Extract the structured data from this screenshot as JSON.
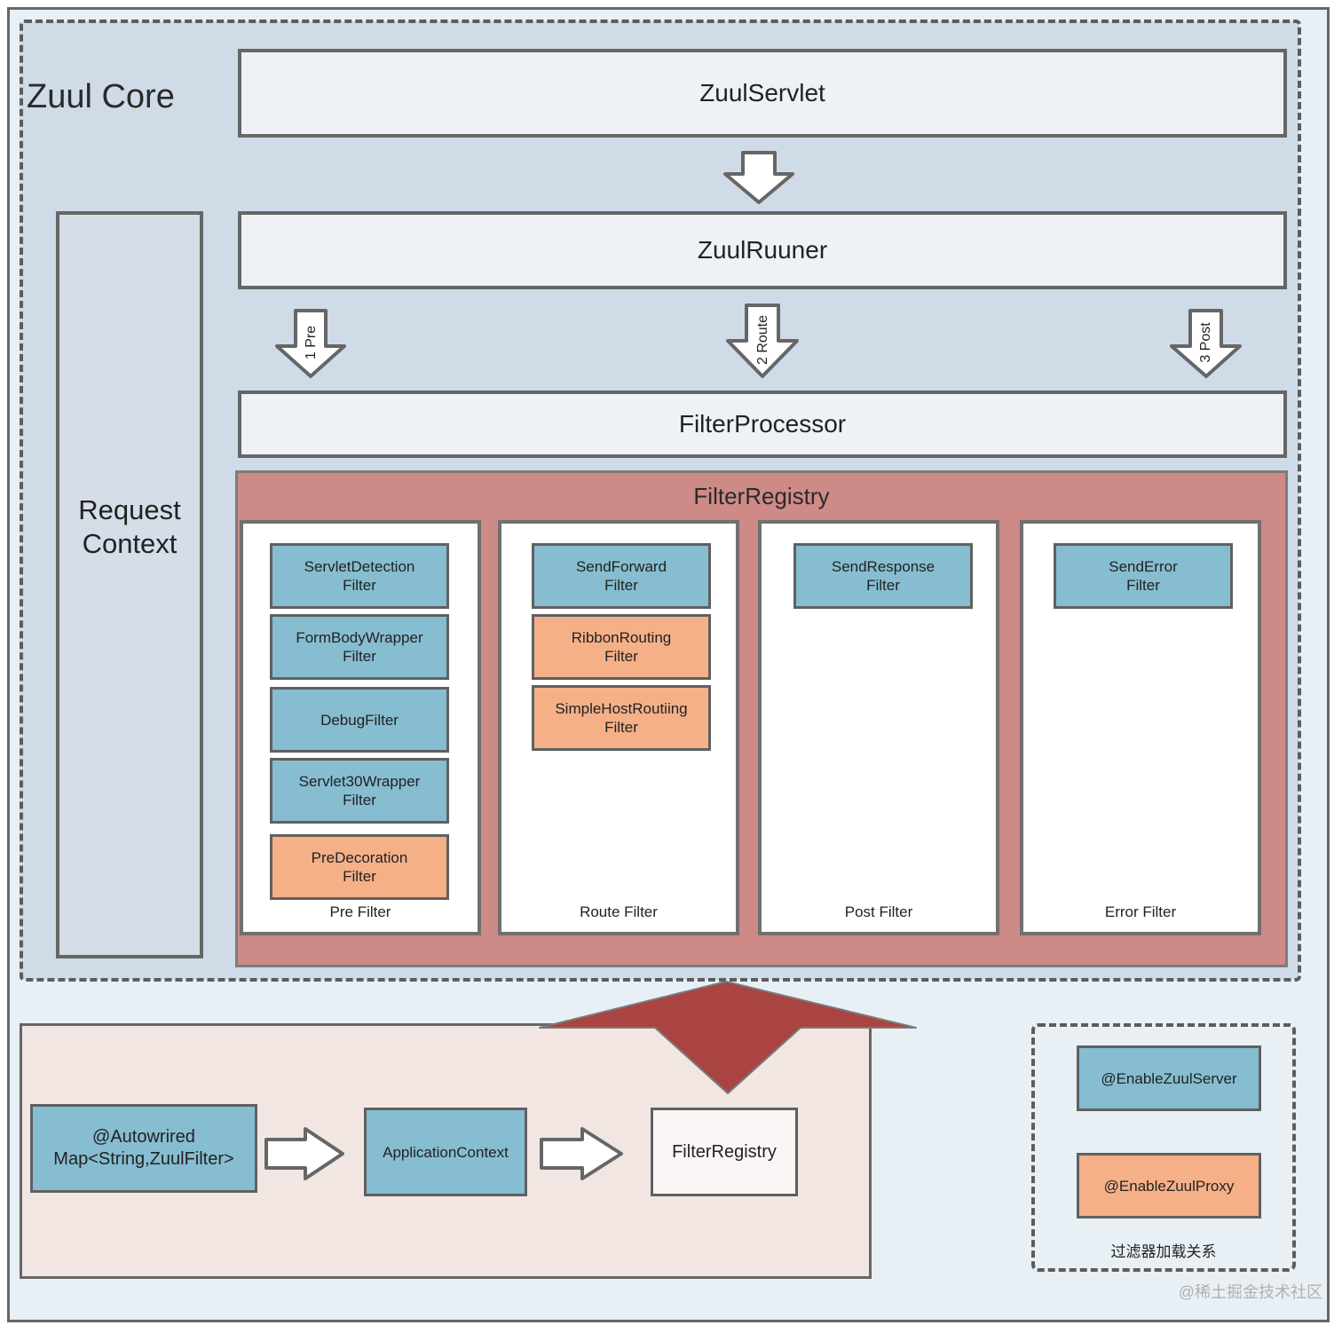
{
  "core": {
    "title": "Zuul Core",
    "servlet": "ZuulServlet",
    "runner": "ZuulRuuner",
    "processor": "FilterProcessor",
    "request_context": "Request Context",
    "arrows": [
      "1 Pre",
      "2 Route",
      "3 Post"
    ]
  },
  "registry": {
    "title": "FilterRegistry",
    "columns": [
      {
        "label": "Pre Filter",
        "filters": [
          {
            "name": "ServletDetection\nFilter",
            "kind": "blue"
          },
          {
            "name": "FormBodyWrapper\nFilter",
            "kind": "blue"
          },
          {
            "name": "DebugFilter",
            "kind": "blue"
          },
          {
            "name": "Servlet30Wrapper\nFilter",
            "kind": "blue"
          },
          {
            "name": "PreDecoration\nFilter",
            "kind": "orange"
          }
        ]
      },
      {
        "label": "Route Filter",
        "filters": [
          {
            "name": "SendForward\nFilter",
            "kind": "blue"
          },
          {
            "name": "RibbonRouting\nFilter",
            "kind": "orange"
          },
          {
            "name": "SimpleHostRoutiing\nFilter",
            "kind": "orange"
          }
        ]
      },
      {
        "label": "Post Filter",
        "filters": [
          {
            "name": "SendResponse\nFilter",
            "kind": "blue"
          }
        ]
      },
      {
        "label": "Error Filter",
        "filters": [
          {
            "name": "SendError\nFilter",
            "kind": "blue"
          }
        ]
      }
    ]
  },
  "loader": {
    "autowired": "@Autowrired\nMap<String,ZuulFilter>",
    "app_context": "ApplicationContext",
    "registry": "FilterRegistry"
  },
  "legend": {
    "server": "@EnableZuulServer",
    "proxy": "@EnableZuulProxy",
    "caption": "过滤器加载关系"
  },
  "watermark": "@稀土掘金技术社区",
  "colors": {
    "core_bg": "#d0dbe8",
    "registry_bg": "#cd8a86",
    "filter_blue": "#86bdd0",
    "filter_orange": "#f5b088",
    "loader_bg": "#f2e6e3",
    "load_arrow": "#a94442"
  }
}
